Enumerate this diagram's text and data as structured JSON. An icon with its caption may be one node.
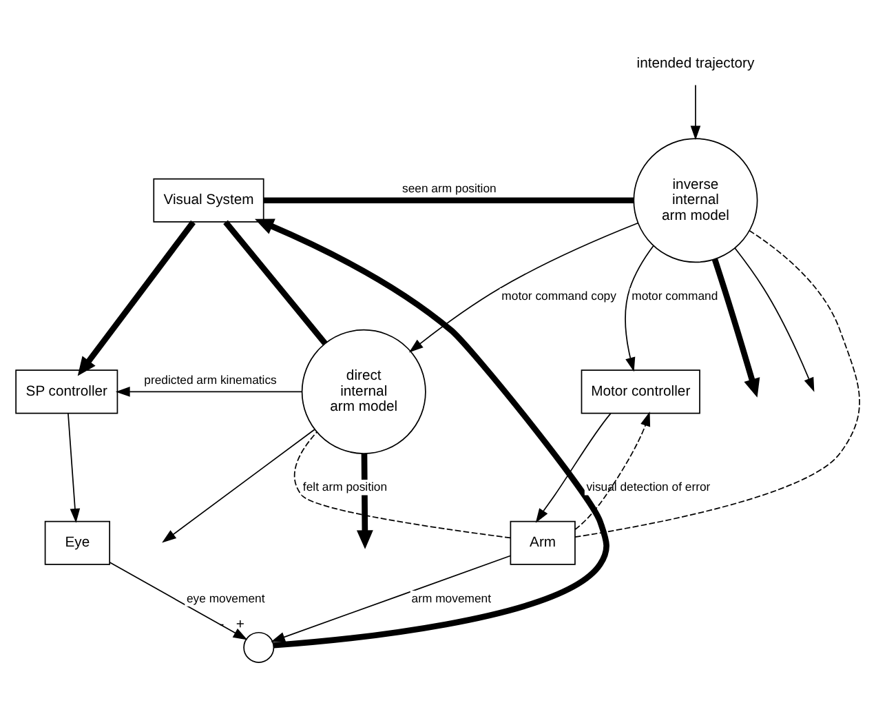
{
  "diagram": {
    "nodes": [
      {
        "text": [
          "Visual System"
        ]
      },
      {
        "text": [
          "inverse internal arm model"
        ]
      },
      {
        "text": [
          "direct internal arm model"
        ]
      },
      {
        "text": [
          "SP controller"
        ]
      },
      {
        "text": [
          "Motor controller"
        ]
      },
      {
        "text": [
          "Eye"
        ]
      },
      {
        "text": [],
        "shape": "circle",
        "beside": [
          "-",
          "+"
        ]
      },
      {
        "text": [
          "Arm"
        ]
      },
      {
        "text": [
          "intended trajectory"
        ]
      }
    ],
    "edges": [
      {
        "from": 8,
        "to": 1,
        "arrow": "to"
      },
      {
        "from": 0,
        "to": 1,
        "arrow": "none",
        "label": "seen arm position",
        "style": "thick"
      },
      {
        "from": 0,
        "to": 2,
        "arrow": "none",
        "style": "thick"
      },
      {
        "from": 0,
        "to": 3,
        "arrow": "to",
        "style": "thick"
      },
      {
        "from": 1,
        "to": null,
        "arrow": "to"
      },
      {
        "from": 1,
        "to": null,
        "arrow": "to",
        "style": "thick"
      },
      {
        "from": 1,
        "to": 2,
        "arrow": "to",
        "label": "motor command copy"
      },
      {
        "from": 1,
        "to": 4,
        "arrow": "to",
        "label": "motor command"
      },
      {
        "from": 7,
        "to": 1,
        "arrow": "none",
        "style": "dashed"
      },
      {
        "from": 2,
        "to": 3,
        "arrow": "to",
        "label": "predicted arm kinematics"
      },
      {
        "from": 2,
        "to": null,
        "arrow": "to"
      },
      {
        "from": 2,
        "to": null,
        "arrow": "to",
        "style": "thick"
      },
      {
        "from": 3,
        "to": 5,
        "arrow": "to"
      },
      {
        "from": 4,
        "to": 7,
        "arrow": "to"
      },
      {
        "from": 7,
        "to": 4,
        "arrow": "to",
        "style": "dashed"
      },
      {
        "from": 5,
        "to": 6,
        "arrow": "to",
        "label": "eye movement"
      },
      {
        "from": 7,
        "to": 6,
        "arrow": "to",
        "label": "arm movement"
      },
      {
        "from": 6,
        "to": 0,
        "arrow": "to",
        "label": "visual detection of error",
        "style": "thick"
      },
      {
        "from": 7,
        "to": 2,
        "arrow": "none",
        "label": "felt arm position",
        "style": "dashed"
      }
    ]
  }
}
